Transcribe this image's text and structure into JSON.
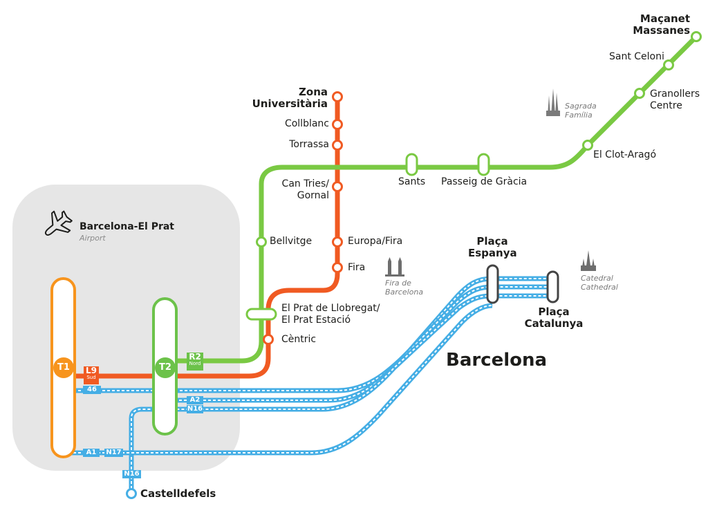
{
  "colors": {
    "r2_green": "#7ac943",
    "l9_orange": "#f05a22",
    "t1_orange": "#f7941d",
    "t2_green": "#6cc24a",
    "bus_blue": "#45aee5",
    "airport_zone": "#e6e6e6",
    "interchange_outline": "#444444"
  },
  "airport": {
    "name": "Barcelona-El Prat",
    "subtitle": "Airport",
    "icon": "airplane-icon",
    "terminals": [
      "T1",
      "T2"
    ]
  },
  "city_label": "Barcelona",
  "lines": {
    "r2": {
      "code": "R2",
      "sub": "Nord",
      "stations": [
        "Maçanet Massanes",
        "Sant Celoni",
        "Granollers Centre",
        "El Clot-Aragó",
        "Passeig de Gràcia",
        "Sants",
        "Bellvitge",
        "El Prat de Llobregat/ El Prat Estació"
      ]
    },
    "l9": {
      "code": "L9",
      "sub": "Sud",
      "stations": [
        "Zona Universitària",
        "Collblanc",
        "Torrassa",
        "Can Tries/ Gornal",
        "Europa/Fira",
        "Fira",
        "El Prat de Llobregat/ El Prat Estació",
        "Cèntric"
      ]
    }
  },
  "stations": {
    "macanet_line1": "Maçanet",
    "macanet_line2": "Massanes",
    "sant_celoni": "Sant Celoni",
    "granollers_line1": "Granollers",
    "granollers_line2": "Centre",
    "el_clot": "El Clot-Aragó",
    "passeig_gracia": "Passeig de Gràcia",
    "sants": "Sants",
    "zona_line1": "Zona",
    "zona_line2": "Universitària",
    "collblanc": "Collblanc",
    "torrassa": "Torrassa",
    "can_tries_line1": "Can Tries/",
    "can_tries_line2": "Gornal",
    "bellvitge": "Bellvitge",
    "europa_fira": "Europa/Fira",
    "fira": "Fira",
    "el_prat_line1": "El Prat de Llobregat/",
    "el_prat_line2": "El Prat Estació",
    "centric": "Cèntric",
    "placa_espanya_line1": "Plaça",
    "placa_espanya_line2": "Espanya",
    "placa_catalunya_line1": "Plaça",
    "placa_catalunya_line2": "Catalunya",
    "castelldefels": "Castelldefels"
  },
  "bus_lines": [
    "46",
    "A2",
    "N16",
    "A1",
    "N17",
    "N16"
  ],
  "landmarks": {
    "sagrada_line1": "Sagrada",
    "sagrada_line2": "Família",
    "fira_bcn_line1": "Fira de",
    "fira_bcn_line2": "Barcelona",
    "catedral_line1": "Catedral",
    "catedral_line2": "Cathedral"
  }
}
